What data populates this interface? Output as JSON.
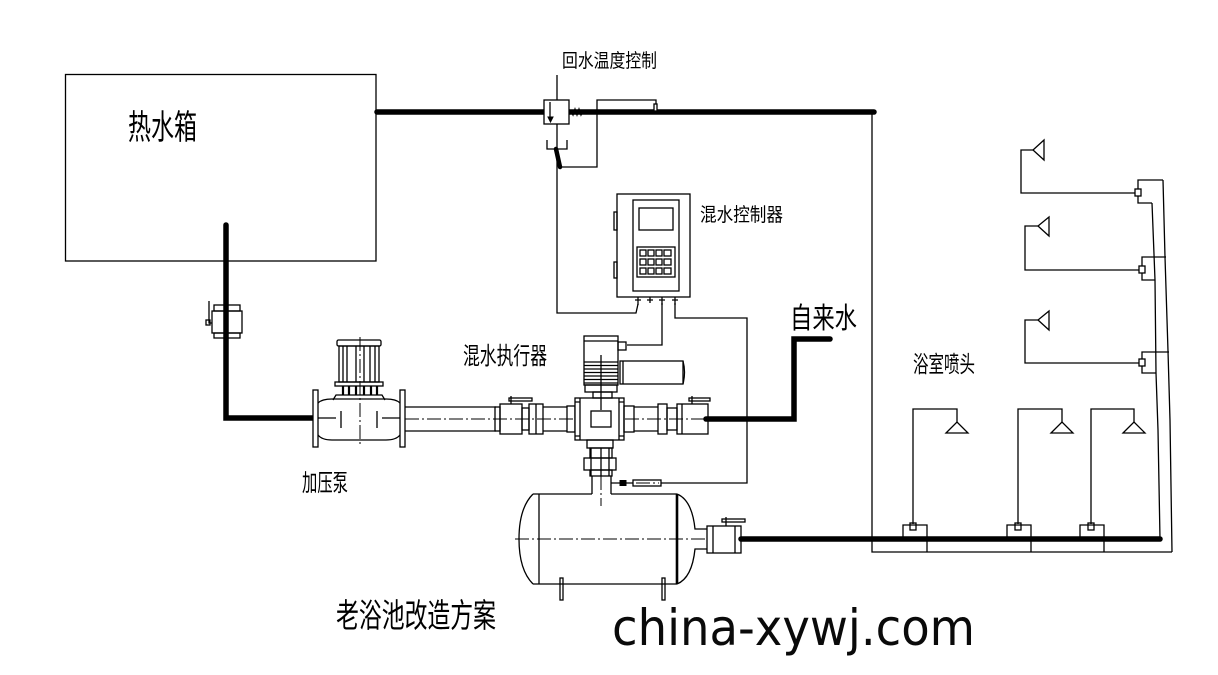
{
  "diagram": {
    "title": "老浴池改造方案",
    "watermark": "china-xywj.com"
  },
  "labels": {
    "hot_water_tank": "热水箱",
    "return_temp_control": "回水温度控制",
    "mixing_controller": "混水控制器",
    "mixing_actuator": "混水执行器",
    "tap_water": "自来水",
    "booster_pump": "加压泵",
    "shower_heads": "浴室喷头"
  },
  "colors": {
    "line": "#000000",
    "background": "#ffffff"
  }
}
